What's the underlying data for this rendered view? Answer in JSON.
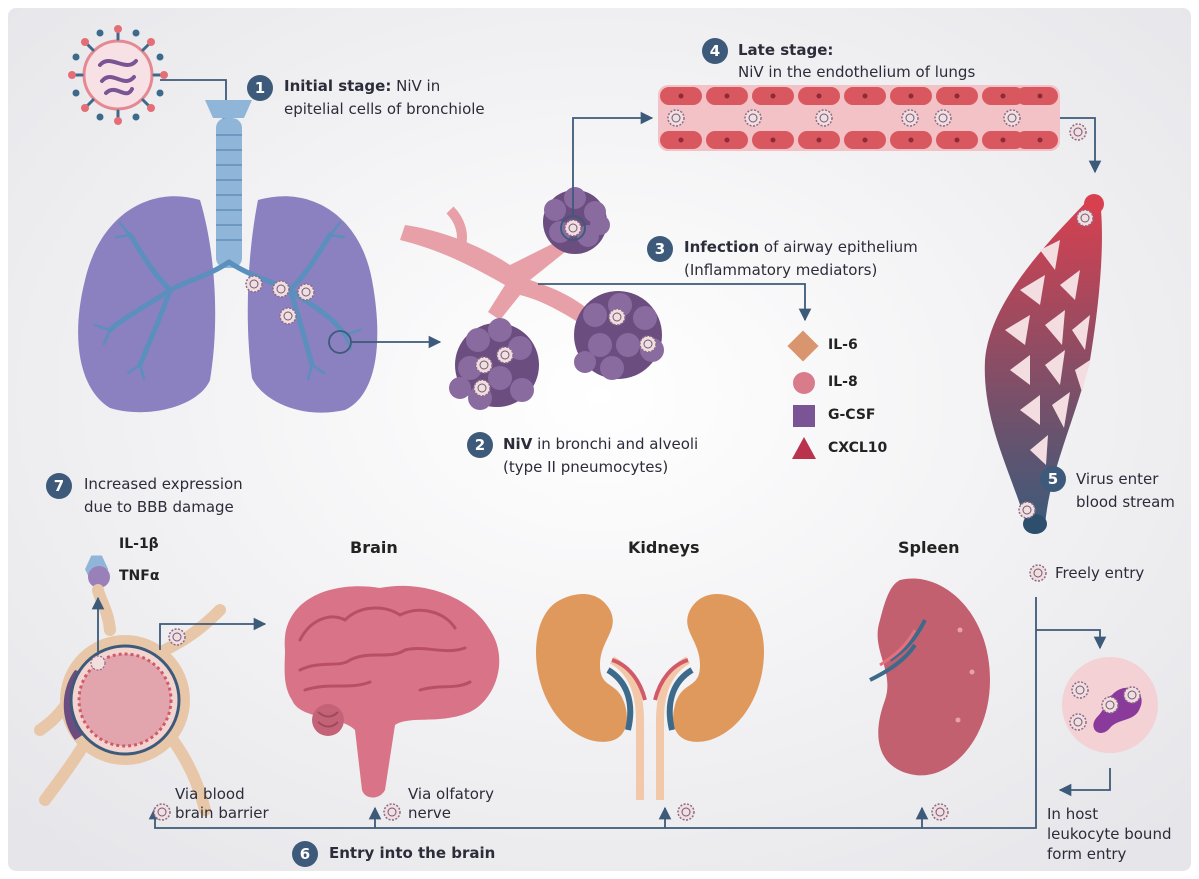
{
  "steps": {
    "s1": {
      "num": "1",
      "bold": "Initial stage:",
      "text1": " NiV in",
      "text2": "epitelial cells of bronchiole"
    },
    "s2": {
      "num": "2",
      "bold": "NiV",
      "text1": " in bronchi and alveoli",
      "text2": "(type II pneumocytes)"
    },
    "s3": {
      "num": "3",
      "bold": "Infection",
      "text1": " of airway epithelium",
      "text2": "(Inflammatory mediators)"
    },
    "s4": {
      "num": "4",
      "bold": "Late stage:",
      "text2": "NiV in the endothelium of lungs"
    },
    "s5": {
      "num": "5",
      "text1": "Virus enter",
      "text2": "blood stream"
    },
    "s6": {
      "num": "6",
      "text1": "Entry into the brain"
    },
    "s7": {
      "num": "7",
      "text1": "Increased expression",
      "text2": "due to BBB damage"
    }
  },
  "mediators": [
    "IL-6",
    "IL-8",
    "G-CSF",
    "CXCL10"
  ],
  "bbb_mediators": [
    "IL-1β",
    "TNFα"
  ],
  "organs": {
    "brain": "Brain",
    "kidneys": "Kidneys",
    "spleen": "Spleen"
  },
  "entry": {
    "freely": "Freely entry",
    "leukocyte": [
      "In host",
      "leukocyte bound",
      "form entry"
    ],
    "bbb": [
      "Via blood",
      "brain barrier"
    ],
    "olfactory": [
      "Via olfatory",
      "nerve"
    ]
  },
  "colors": {
    "step_circle": "#3d5a7a",
    "lung": "#8b80c0",
    "alveoli": "#6b4d80",
    "vessel": "#d9575f",
    "arrow": "#3d5a7a",
    "il6": "#d9956e",
    "il8": "#d87b8a",
    "gcsf": "#7a5494",
    "cxcl10": "#b8334b"
  }
}
